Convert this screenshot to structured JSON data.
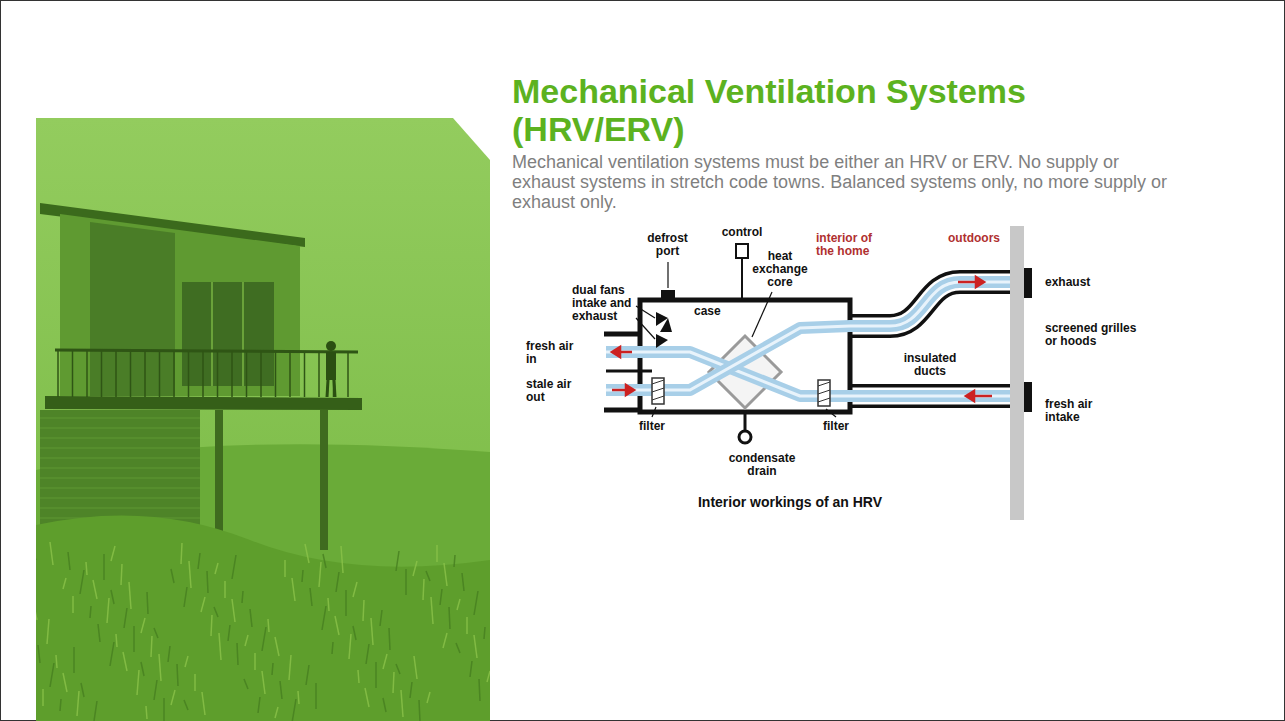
{
  "diagram": {
    "title": "Mechanical Ventilation Systems (HRV/ERV)",
    "caption": "Interior workings of an HRV",
    "labels": [
      "Mechanical ventilation systems must be either an HRV or ERV. No supply or exhaust systems in stretch code towns. Balanced systems only, no more supply or exhaust only.",
      "control",
      "defrost port",
      "interior of the home",
      "outdoors",
      "heat exchange core",
      "dual fans intake and exhaust",
      "case",
      "exhaust",
      "fresh air in",
      "screened grilles or hoods",
      "insulated ducts",
      "stale air out",
      "fresh air intake",
      "filter",
      "filter",
      "condensate drain"
    ]
  }
}
